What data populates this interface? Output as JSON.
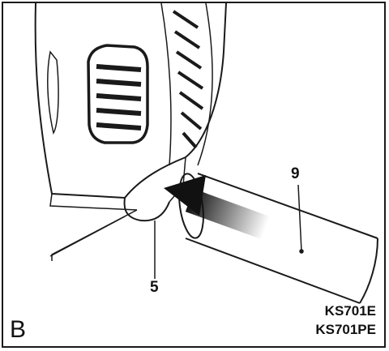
{
  "figure": {
    "letter": "B",
    "callouts": [
      "9",
      "5"
    ],
    "models": [
      "KS701E",
      "KS701PE"
    ]
  },
  "colors": {
    "line": "#1a1a1a",
    "arrow": "#111111",
    "background": "#ffffff"
  }
}
